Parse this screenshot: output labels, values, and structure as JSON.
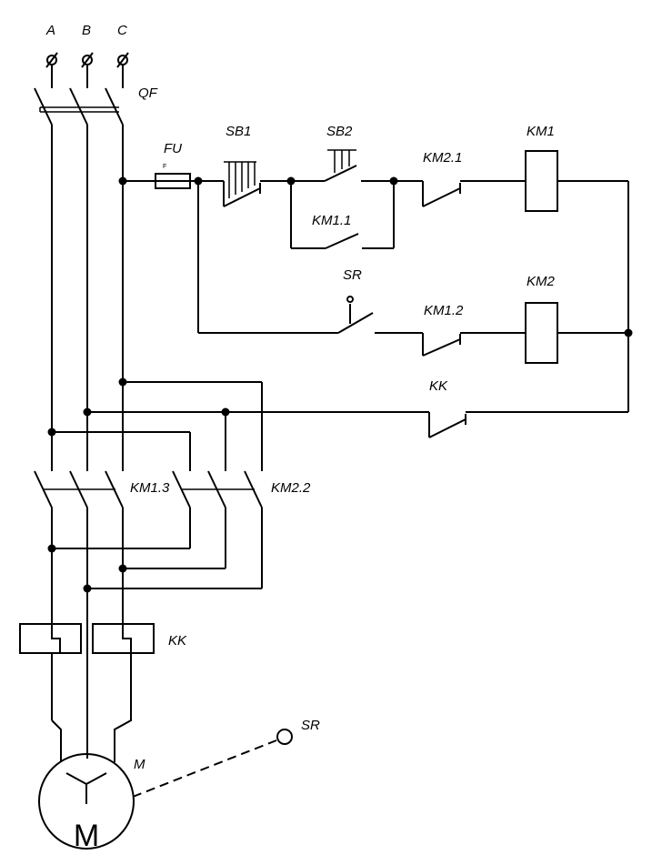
{
  "phases": [
    "A",
    "B",
    "C"
  ],
  "labels": {
    "qf": "QF",
    "fu": "FU",
    "fu_small": "F",
    "sb1": "SB1",
    "sb2": "SB2",
    "km2_1": "KM2.1",
    "km1": "KM1",
    "km1_1": "KM1.1",
    "sr_contact": "SR",
    "km1_2": "KM1.2",
    "km2": "KM2",
    "kk_contact": "KK",
    "km1_3": "KM1.3",
    "km2_2": "KM2.2",
    "kk_relay": "KK",
    "motor_label": "M",
    "motor_letter": "M",
    "sr_sensor": "SR"
  }
}
